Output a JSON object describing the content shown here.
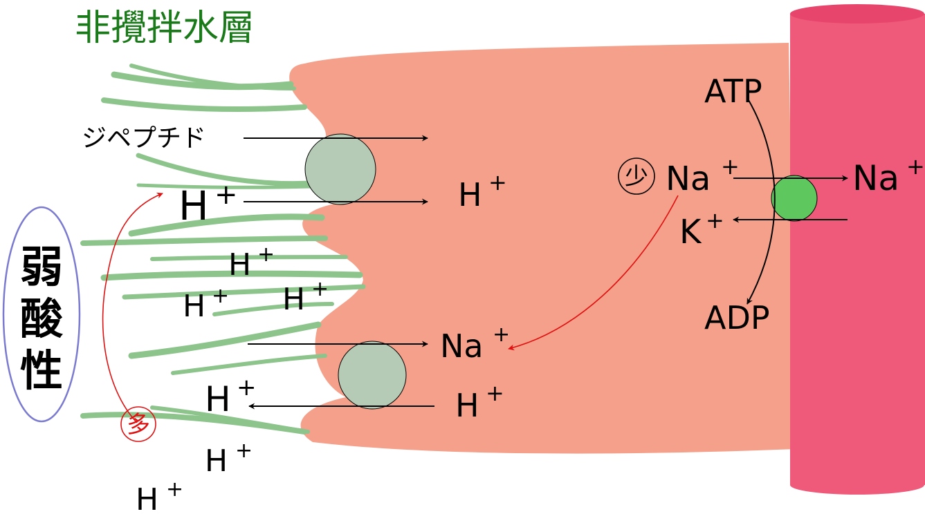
{
  "title": "非攪拌水層",
  "side_label": "弱酸性",
  "labels": {
    "dipeptide": "ジペプチド",
    "h_symbol": "H",
    "na_symbol": "Na",
    "k_symbol": "K",
    "plus": "+",
    "atp": "ATP",
    "adp": "ADP",
    "many": "多",
    "few": "少"
  },
  "colors": {
    "title": "#1a7a1a",
    "cell": "#f5a08a",
    "vessel": "#f05a7a",
    "vessel_top": "#e8456c",
    "mucus": "#8cc48c",
    "transporter": "#b5cbb5",
    "pump": "#5ec85e",
    "oval": "#7a7ad0",
    "red_arrow": "#e01010"
  }
}
